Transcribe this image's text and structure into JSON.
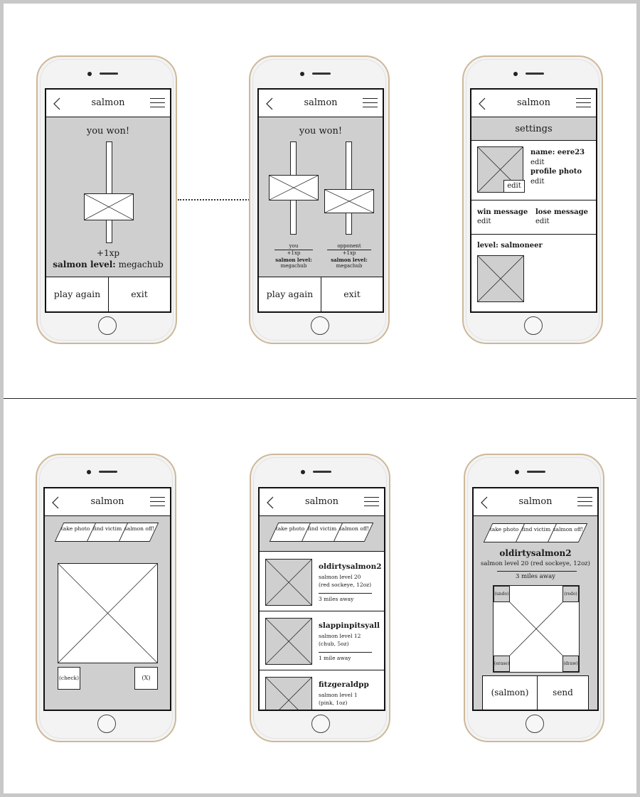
{
  "app": {
    "title": "salmon"
  },
  "win_single": {
    "heading": "you won!",
    "xp": "+1xp",
    "level_label": "salmon level:",
    "level_value": "megachub",
    "play_again": "play again",
    "exit": "exit"
  },
  "win_vs": {
    "heading": "you won!",
    "you": {
      "name": "you",
      "xp": "+1xp",
      "level_label": "salmon level:",
      "level_value": "megachub"
    },
    "opponent": {
      "name": "opponent",
      "xp": "+1xp",
      "level_label": "salmon level:",
      "level_value": "megachub"
    },
    "play_again": "play again",
    "exit": "exit"
  },
  "settings": {
    "header": "settings",
    "photo_edit": "edit",
    "name_label": "name: eere23",
    "name_edit": "edit",
    "profile_photo_label": "profile photo",
    "profile_photo_edit": "edit",
    "win_message_label": "win message",
    "win_message_edit": "edit",
    "lose_message_label": "lose message",
    "lose_message_edit": "edit",
    "level_label": "level: salmoneer"
  },
  "tabs": {
    "take_photo": "take photo",
    "find_victim": "find victim",
    "salmon_off": "salmon off!"
  },
  "photo": {
    "check": "(check)",
    "cancel": "(X)"
  },
  "victims": [
    {
      "name": "oldirtysalmon2",
      "level": "salmon level 20",
      "desc": "(red sockeye, 12oz)",
      "distance": "3 miles away"
    },
    {
      "name": "slappinpitsyall",
      "level": "salmon level 12",
      "desc": "(chub, 5oz)",
      "distance": "1 mile away"
    },
    {
      "name": "fitzgeraldpp",
      "level": "salmon level 1",
      "desc": "(pink, 1oz)",
      "distance": ""
    }
  ],
  "salmon_off": {
    "name": "oldirtysalmon2",
    "level": "salmon level 20 (red sockeye, 12oz)",
    "distance": "3 miles away",
    "undo": "(undo)",
    "redo": "(redo)",
    "erase": "(erase)",
    "draw": "(draw)",
    "salmon_button": "(salmon)",
    "send_button": "send"
  }
}
